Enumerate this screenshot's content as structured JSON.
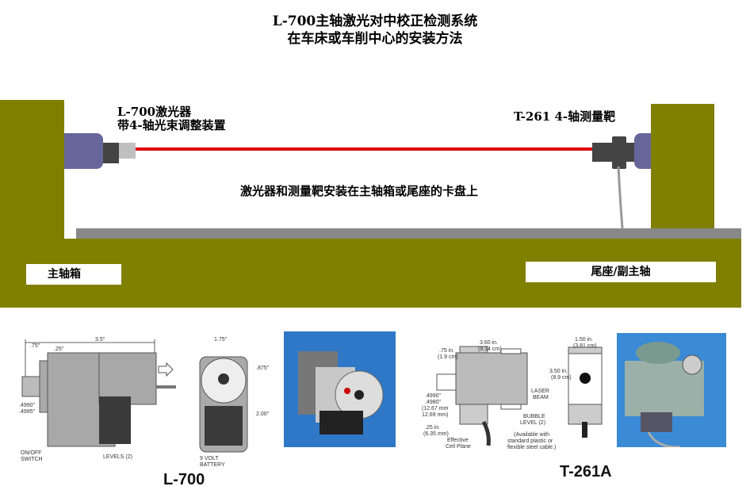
{
  "title": {
    "line1": "L-700主轴激光对中校正检测系统",
    "line2": "在车床或车削中心的安装方法"
  },
  "labels": {
    "laser_line1": "L-700激光器",
    "laser_line2": "带4-轴光束调整装置",
    "target": "T-261 4-轴测量靶",
    "mounting": "激光器和测量靶安装在主轴箱或尾座的卡盘上",
    "headstock": "主轴箱",
    "tailstock": "尾座/副主轴"
  },
  "l700_drawing": {
    "dim_length": "3.5\"",
    "dim_075": ".75\"",
    "dim_025": ".25\"",
    "dim_dia1": ".4990\"",
    "dim_dia2": ".4995\"",
    "switch1": "ON/OFF",
    "switch2": "SWITCH",
    "levels": "LEVELS (2)",
    "dim_width": "1.75\"",
    "dim_0875": ".875\"",
    "dim_200": "2.00\"",
    "battery1": "9 VOLT",
    "battery2": "BATTERY",
    "caption": "L-700"
  },
  "t261_drawing": {
    "dim_len1": "3.60 in.",
    "dim_len2": "(9.14 cm)",
    "dim_075a": ".75 in.",
    "dim_075b": "(1.9 cm)",
    "dim_d1": ".4990\"",
    "dim_d2": ".4980\"",
    "dim_d3": "(12.67 mm",
    "dim_d4": "12.69 mm)",
    "dim_025a": ".25 in.",
    "dim_025b": "(6.35 mm)",
    "cell1": "Effective",
    "cell2": "Cell Plane",
    "beam1": "LASER",
    "beam2": "BEAM",
    "bubble1": "BUBBLE",
    "bubble2": "LEVEL (2)",
    "cable1": "(Available with",
    "cable2": "standard plastic or",
    "cable3": "flexible steel cable.)",
    "dim_w1": "1.50 in.",
    "dim_w2": "(3.81 cm)",
    "dim_h1": "3.50 in.",
    "dim_h2": "(8.9 cm)",
    "caption": "T-261A"
  },
  "colors": {
    "machine": "#808000",
    "laser_beam": "#e00000",
    "chuck": "#66669a",
    "rail": "#888888",
    "photo_bg": "#2f78c8"
  }
}
